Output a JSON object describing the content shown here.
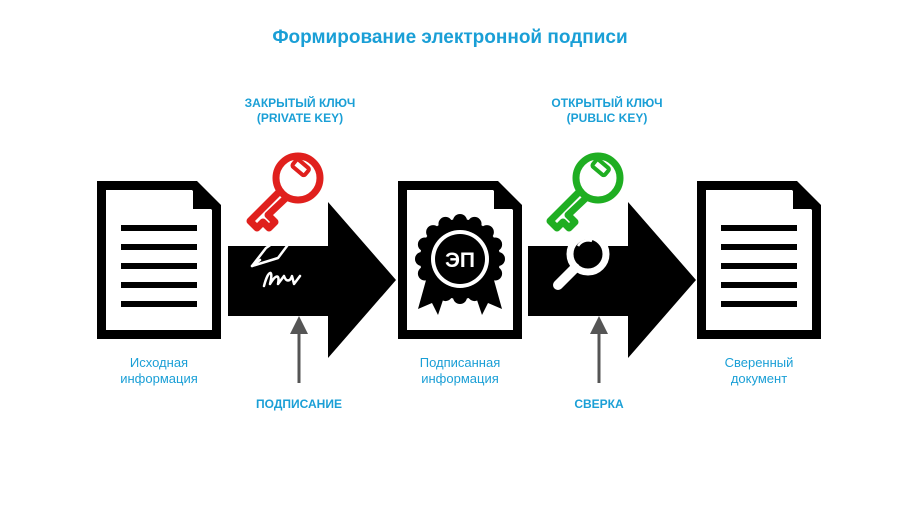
{
  "title": "Формирование электронной подписи",
  "colors": {
    "accent": "#1a9fd6",
    "private_key": "#e0201d",
    "public_key": "#1fae22",
    "dark": "#000000",
    "arrow_gray": "#555555"
  },
  "private_key": {
    "line1": "ЗАКРЫТЫЙ КЛЮЧ",
    "line2": "(PRIVATE KEY)",
    "icon": "key-icon"
  },
  "public_key": {
    "line1": "ОТКРЫТЫЙ КЛЮЧ",
    "line2": "(PUBLIC KEY)",
    "icon": "key-icon"
  },
  "documents": [
    {
      "line1": "Исходная",
      "line2": "информация",
      "icon": "document-icon"
    },
    {
      "line1": "Подписанная",
      "line2": "информация",
      "icon": "signed-document-icon",
      "seal_text": "ЭП"
    },
    {
      "line1": "Сверенный",
      "line2": "документ",
      "icon": "document-icon"
    }
  ],
  "steps": [
    {
      "label": "ПОДПИСАНИЕ",
      "icon": "fountain-pen-icon"
    },
    {
      "label": "СВЕРКА",
      "icon": "magnifier-icon"
    }
  ]
}
